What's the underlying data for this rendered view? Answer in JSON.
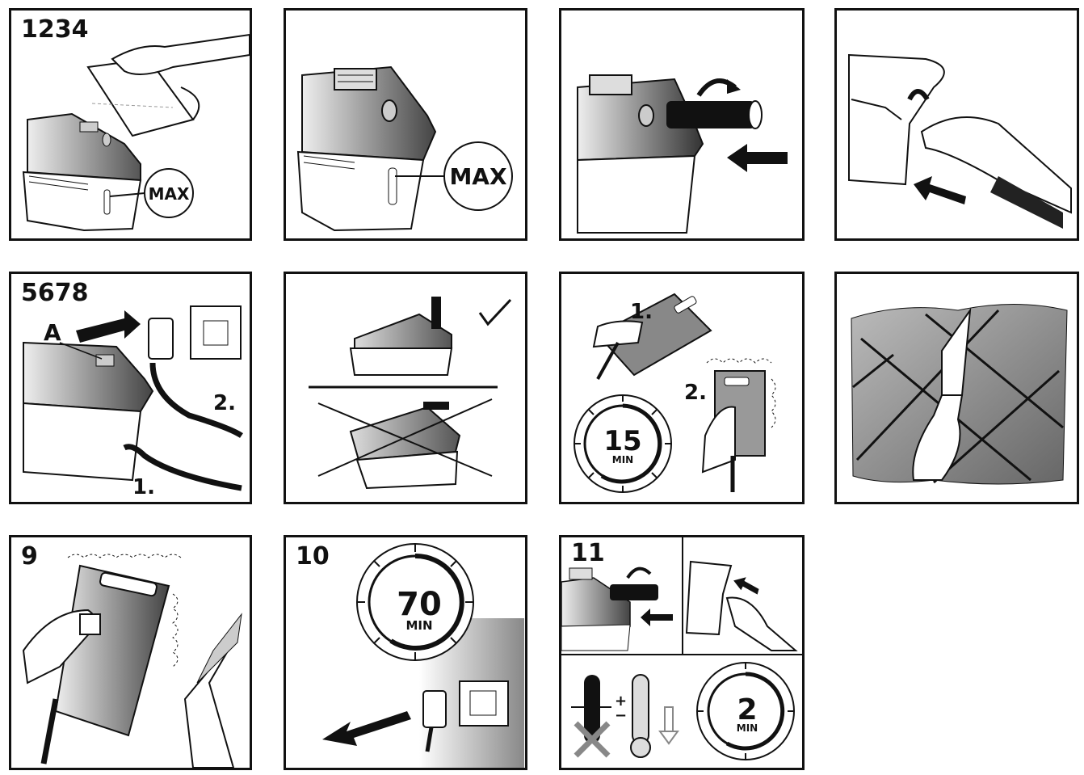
{
  "panels": {
    "p1": {
      "number": "1234",
      "max_label": "MAX"
    },
    "p2": {
      "max_label": "MAX"
    },
    "p5": {
      "number": "5678",
      "label_a": "A",
      "step1": "1.",
      "step2": "2."
    },
    "p7": {
      "step1": "1.",
      "step2": "2.",
      "timer_value": "15",
      "timer_unit": "MIN"
    },
    "p9": {
      "number": "9"
    },
    "p10": {
      "number": "10",
      "timer_value": "70",
      "timer_unit": "MIN"
    },
    "p11": {
      "number": "11",
      "plus_minus": "+\n−",
      "timer_value": "2",
      "timer_unit": "MIN"
    }
  },
  "colors": {
    "ink": "#111111",
    "shade": "#8a8a8a",
    "light": "#cfcfcf"
  }
}
